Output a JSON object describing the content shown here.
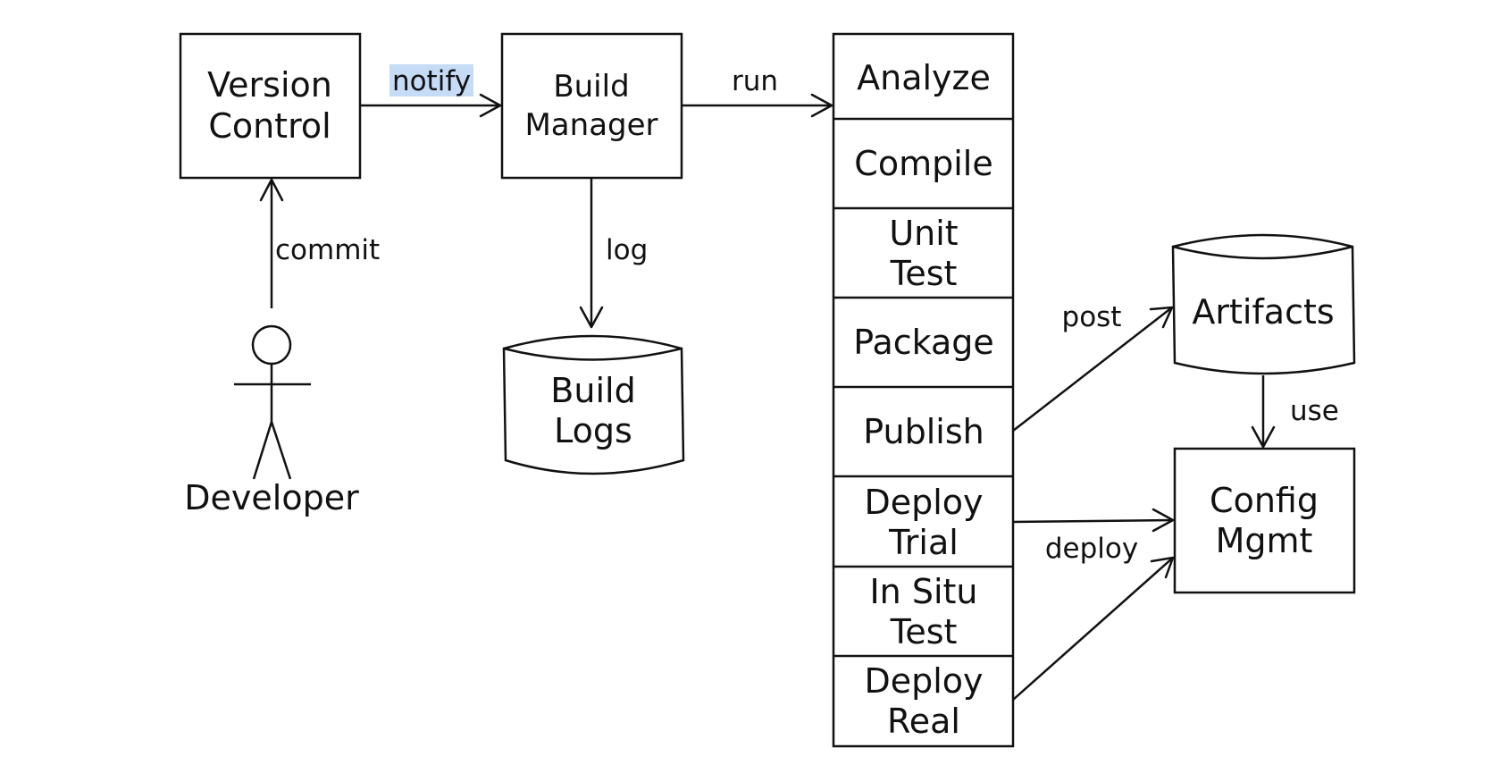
{
  "nodes": {
    "version_control": [
      "Version",
      "Control"
    ],
    "build_manager": [
      "Build",
      "Manager"
    ],
    "build_logs": [
      "Build",
      "Logs"
    ],
    "developer": "Developer",
    "artifacts": "Artifacts",
    "config_mgmt": [
      "Config",
      "Mgmt"
    ],
    "stages": [
      [
        "Analyze"
      ],
      [
        "Compile"
      ],
      [
        "Unit",
        "Test"
      ],
      [
        "Package"
      ],
      [
        "Publish"
      ],
      [
        "Deploy",
        "Trial"
      ],
      [
        "In Situ",
        "Test"
      ],
      [
        "Deploy",
        "Real"
      ]
    ]
  },
  "edges": {
    "notify": "notify",
    "run": "run",
    "commit": "commit",
    "log": "log",
    "post": "post",
    "use": "use",
    "deploy": "deploy"
  },
  "colors": {
    "stroke": "#111111",
    "highlight": "#c6dbf5"
  }
}
